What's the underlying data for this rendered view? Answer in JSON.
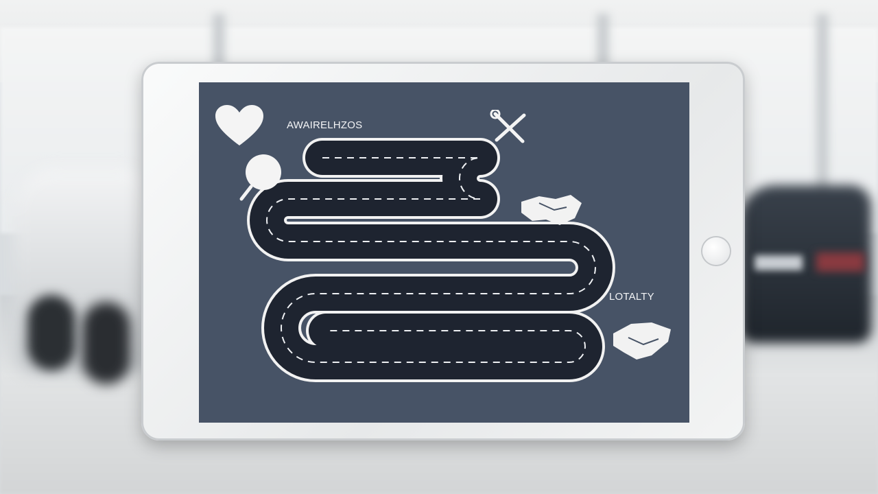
{
  "screen": {
    "background_color": "#475366",
    "labels": {
      "awareness": "AWAIRELHZOS",
      "loyalty": "LOTALTY"
    },
    "icons": [
      "heart-icon",
      "magnifier-icon",
      "wrench-screwdriver-icon",
      "handshake-icon",
      "handshake-icon"
    ],
    "road_color": "#1e2430",
    "road_edge_color": "#f2f2f2"
  },
  "tablet": {
    "frame_color": "#eef0f1",
    "home_button": "home-button"
  }
}
